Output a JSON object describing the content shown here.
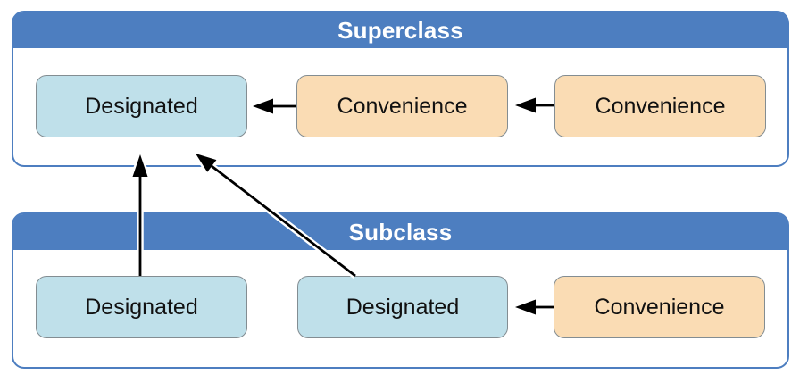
{
  "diagram": {
    "superclass": {
      "title": "Superclass",
      "nodes": [
        {
          "id": "superclass-designated",
          "label": "Designated",
          "kind": "designated"
        },
        {
          "id": "superclass-convenience-1",
          "label": "Convenience",
          "kind": "convenience"
        },
        {
          "id": "superclass-convenience-2",
          "label": "Convenience",
          "kind": "convenience"
        }
      ]
    },
    "subclass": {
      "title": "Subclass",
      "nodes": [
        {
          "id": "subclass-designated-1",
          "label": "Designated",
          "kind": "designated"
        },
        {
          "id": "subclass-designated-2",
          "label": "Designated",
          "kind": "designated"
        },
        {
          "id": "subclass-convenience-1",
          "label": "Convenience",
          "kind": "convenience"
        }
      ]
    },
    "edges": [
      {
        "from": "superclass-convenience-1",
        "to": "superclass-designated"
      },
      {
        "from": "superclass-convenience-2",
        "to": "superclass-convenience-1"
      },
      {
        "from": "subclass-convenience-1",
        "to": "subclass-designated-2"
      },
      {
        "from": "subclass-designated-1",
        "to": "superclass-designated"
      },
      {
        "from": "subclass-designated-2",
        "to": "superclass-designated"
      }
    ],
    "colors": {
      "frame_blue": "#4d7ec0",
      "designated_fill": "#bfe0ea",
      "convenience_fill": "#fadcb4",
      "node_border": "#838d92",
      "node_text": "#111111",
      "title_text": "#ffffff",
      "arrow_black": "#000000",
      "background": "#ffffff"
    }
  }
}
